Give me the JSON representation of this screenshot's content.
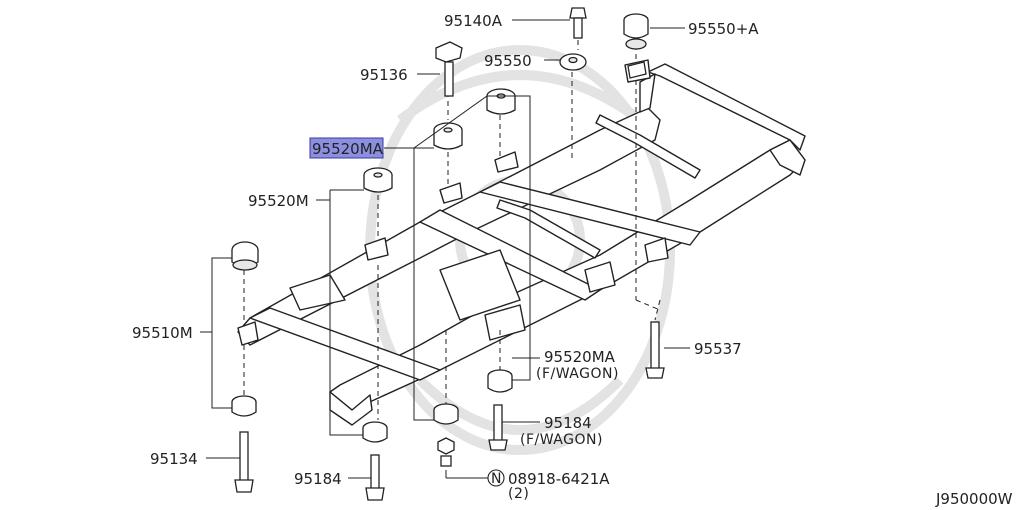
{
  "diagram": {
    "code": "J950000W",
    "labels": {
      "p95140A": "95140A",
      "p95550A": "95550+A",
      "p95550": "95550",
      "p95136": "95136",
      "p95520MA": "95520MA",
      "p95520M": "95520M",
      "p95510M": "95510M",
      "p95520MA_wagon": "95520MA",
      "p95520MA_wagon_note": "(F/WAGON)",
      "p95537": "95537",
      "p95184_wagon": "95184",
      "p95184_wagon_note": "(F/WAGON)",
      "p95134": "95134",
      "p95184": "95184",
      "p08918_circle": "N",
      "p08918": "08918-6421A",
      "p08918_qty": "(2)"
    },
    "highlight_color": "#8c8fe0"
  }
}
